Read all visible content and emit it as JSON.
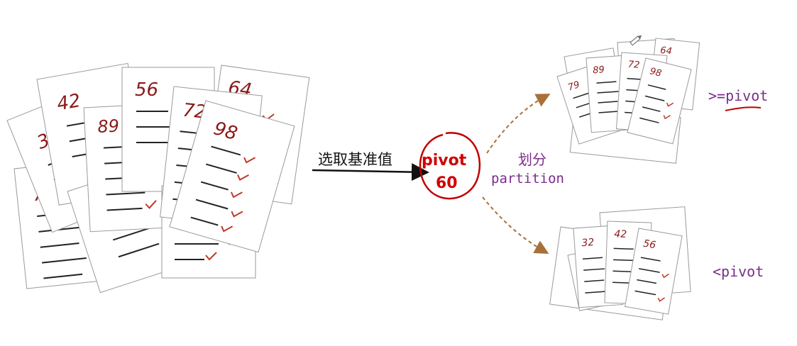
{
  "colors": {
    "score_red": "#8b1a1a",
    "check_red": "#c0392b",
    "pivot_red": "#d10000",
    "purple": "#7a2d8c",
    "arrow_brown": "#a8713a",
    "line_dark": "#222222",
    "paper_border": "#9a9a9a"
  },
  "left_papers": {
    "scores": [
      "32",
      "42",
      "89",
      "56",
      "72",
      "64",
      "79",
      "98"
    ]
  },
  "select_label": "选取基准值",
  "pivot": {
    "word": "pivot",
    "value": "60"
  },
  "partition": {
    "cn": "划分",
    "en": "partition"
  },
  "upper_group": {
    "scores": [
      "64",
      "89",
      "72",
      "98",
      "79"
    ],
    "label": ">=pivot"
  },
  "lower_group": {
    "scores": [
      "32",
      "42",
      "56"
    ],
    "label": "<pivot"
  }
}
